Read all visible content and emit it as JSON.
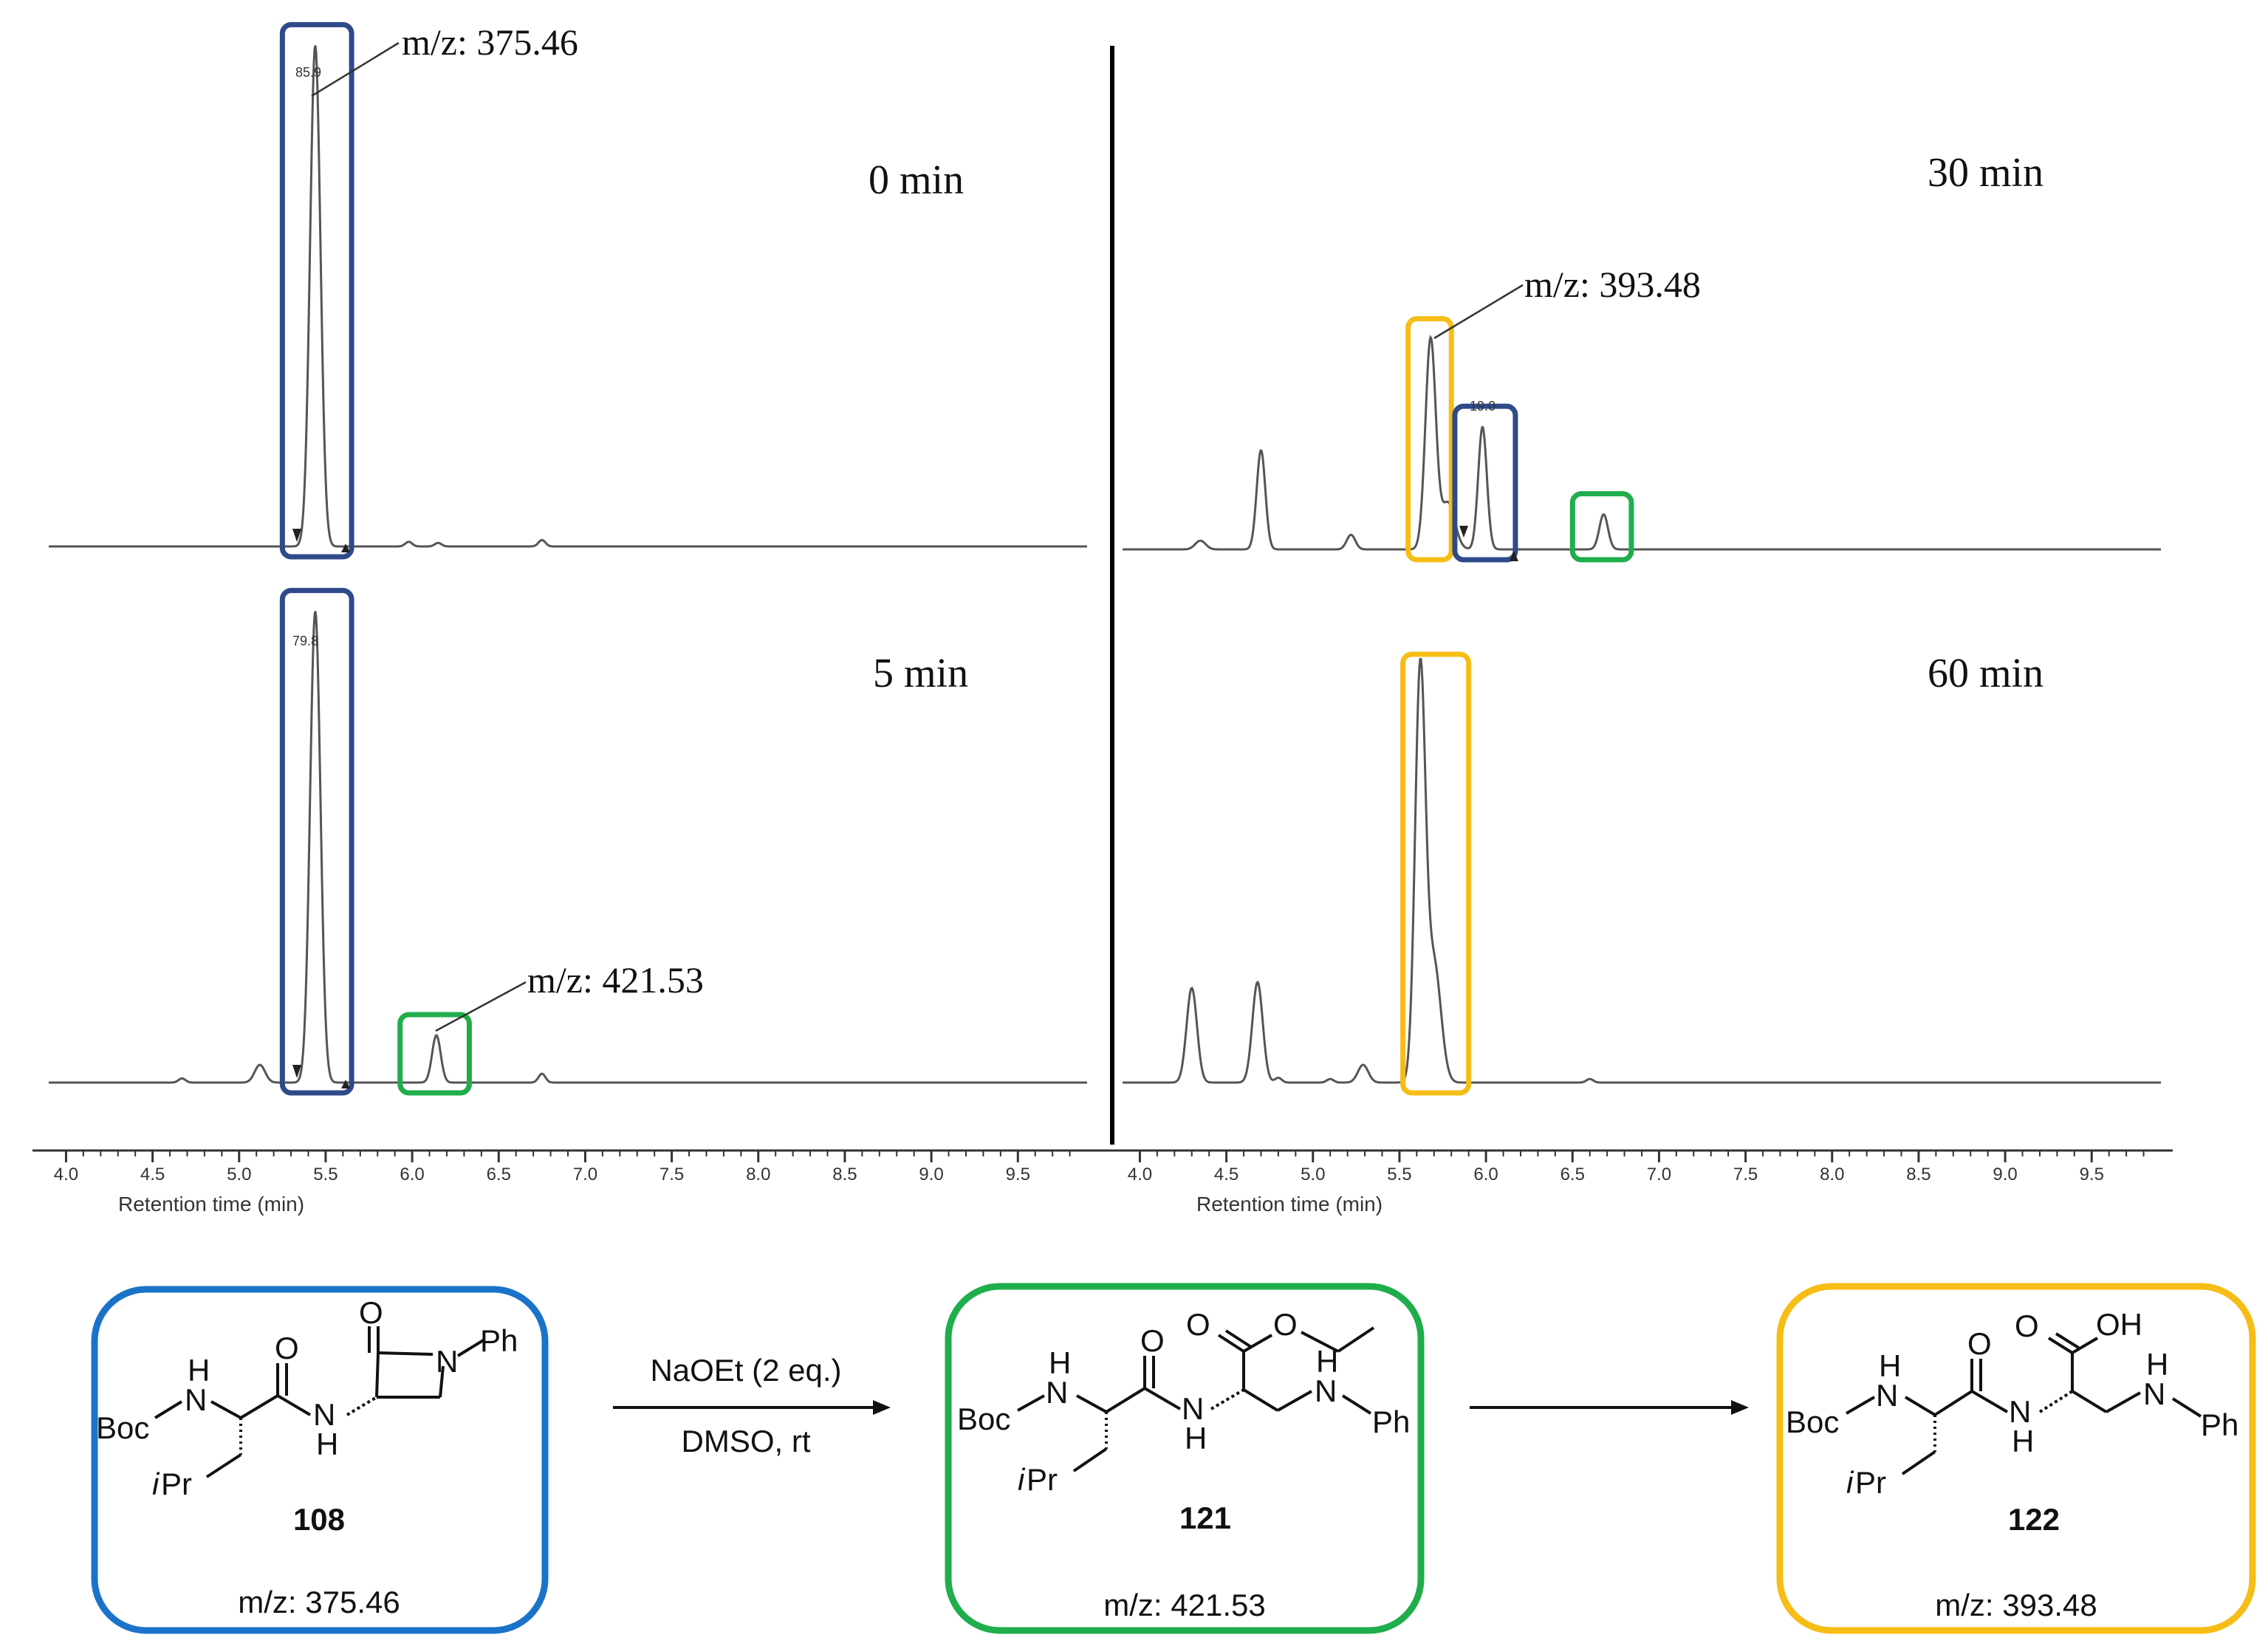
{
  "chart_data": [
    {
      "type": "line",
      "panel": "top-left",
      "title": "0 min",
      "xlabel": "Retention time (min)",
      "xlim": [
        3.9,
        9.9
      ],
      "x_ticks": [
        4.0,
        4.5,
        5.0,
        5.5,
        6.0,
        6.5,
        7.0,
        7.5,
        8.0,
        8.5,
        9.0,
        9.5
      ],
      "peaks": [
        {
          "x": 5.44,
          "height": 85.9,
          "width": 0.03
        },
        {
          "x": 5.98,
          "height": 0.8,
          "width": 0.02
        },
        {
          "x": 6.15,
          "height": 0.6,
          "width": 0.02
        },
        {
          "x": 6.75,
          "height": 1.1,
          "width": 0.02
        }
      ],
      "annotations": [
        {
          "text": "85.9",
          "x": 5.44,
          "kind": "peak-area"
        },
        {
          "text": "m/z: 375.46",
          "x": 5.44,
          "kind": "mass"
        }
      ],
      "highlights": [
        {
          "x_range": [
            5.25,
            5.65
          ],
          "color": "#2f4a8a",
          "compound": "108"
        }
      ]
    },
    {
      "type": "line",
      "panel": "bottom-left",
      "title": "5 min",
      "xlabel": "Retention time (min)",
      "xlim": [
        3.9,
        9.9
      ],
      "x_ticks": [
        4.0,
        4.5,
        5.0,
        5.5,
        6.0,
        6.5,
        7.0,
        7.5,
        8.0,
        8.5,
        9.0,
        9.5
      ],
      "peaks": [
        {
          "x": 4.67,
          "height": 0.7,
          "width": 0.02
        },
        {
          "x": 5.12,
          "height": 3.0,
          "width": 0.03
        },
        {
          "x": 5.44,
          "height": 79.8,
          "width": 0.03
        },
        {
          "x": 6.14,
          "height": 8.0,
          "width": 0.025
        },
        {
          "x": 6.75,
          "height": 1.5,
          "width": 0.02
        }
      ],
      "annotations": [
        {
          "text": "79.8",
          "x": 5.44,
          "kind": "peak-area"
        },
        {
          "text": "m/z: 421.53",
          "x": 6.14,
          "kind": "mass"
        }
      ],
      "highlights": [
        {
          "x_range": [
            5.25,
            5.65
          ],
          "color": "#2f4a8a",
          "compound": "108"
        },
        {
          "x_range": [
            5.93,
            6.33
          ],
          "color": "#1fae4b",
          "compound": "121"
        }
      ]
    },
    {
      "type": "line",
      "panel": "top-right",
      "title": "30 min",
      "xlabel": "Retention time (min)",
      "xlim": [
        3.9,
        9.9
      ],
      "x_ticks": [
        4.0,
        4.5,
        5.0,
        5.5,
        6.0,
        6.5,
        7.0,
        7.5,
        8.0,
        8.5,
        9.0,
        9.5
      ],
      "peaks": [
        {
          "x": 4.35,
          "height": 1.5,
          "width": 0.03
        },
        {
          "x": 4.7,
          "height": 17.0,
          "width": 0.025
        },
        {
          "x": 5.22,
          "height": 2.5,
          "width": 0.025
        },
        {
          "x": 5.68,
          "height": 36.0,
          "width": 0.03
        },
        {
          "x": 5.78,
          "height": 8.0,
          "width": 0.04
        },
        {
          "x": 5.98,
          "height": 21.0,
          "width": 0.025
        },
        {
          "x": 6.68,
          "height": 6.0,
          "width": 0.025
        }
      ],
      "annotations": [
        {
          "text": "19.0",
          "x": 5.98,
          "kind": "peak-area"
        },
        {
          "text": "m/z: 393.48",
          "x": 5.68,
          "kind": "mass"
        }
      ],
      "highlights": [
        {
          "x_range": [
            5.55,
            5.8
          ],
          "color": "#f6bd16",
          "compound": "122"
        },
        {
          "x_range": [
            5.82,
            6.17
          ],
          "color": "#2f4a8a",
          "compound": "108"
        },
        {
          "x_range": [
            6.5,
            6.84
          ],
          "color": "#1fae4b",
          "compound": "121"
        }
      ]
    },
    {
      "type": "line",
      "panel": "bottom-right",
      "title": "60 min",
      "xlabel": "Retention time (min)",
      "xlim": [
        3.9,
        9.9
      ],
      "x_ticks": [
        4.0,
        4.5,
        5.0,
        5.5,
        6.0,
        6.5,
        7.0,
        7.5,
        8.0,
        8.5,
        9.0,
        9.5
      ],
      "peaks": [
        {
          "x": 4.3,
          "height": 16.0,
          "width": 0.03
        },
        {
          "x": 4.68,
          "height": 17.0,
          "width": 0.03
        },
        {
          "x": 4.8,
          "height": 0.8,
          "width": 0.02
        },
        {
          "x": 5.1,
          "height": 0.6,
          "width": 0.02
        },
        {
          "x": 5.29,
          "height": 3.0,
          "width": 0.03
        },
        {
          "x": 5.62,
          "height": 69.0,
          "width": 0.03
        },
        {
          "x": 5.7,
          "height": 20.0,
          "width": 0.04
        },
        {
          "x": 6.6,
          "height": 0.6,
          "width": 0.02
        }
      ],
      "annotations": [],
      "highlights": [
        {
          "x_range": [
            5.52,
            5.9
          ],
          "color": "#f6bd16",
          "compound": "122"
        }
      ]
    }
  ],
  "scheme": {
    "reagent_top": "NaOEt (2 eq.)",
    "reagent_bottom": "DMSO, rt",
    "compounds": [
      {
        "id": "108",
        "mz": "m/z: 375.46",
        "color": "#1a73c9"
      },
      {
        "id": "121",
        "mz": "m/z: 421.53",
        "color": "#1fae4b"
      },
      {
        "id": "122",
        "mz": "m/z: 393.48",
        "color": "#f6bd16"
      }
    ],
    "atoms": {
      "boc": "Boc",
      "n": "N",
      "h": "H",
      "o": "O",
      "ipr_i": "i",
      "ipr_rest": "Pr",
      "ph": "Ph",
      "oh": "OH"
    }
  },
  "colors": {
    "trace": "#555555",
    "blue_box": "#2f4a8a",
    "green_box": "#1fae4b",
    "yellow_box": "#f6bd16",
    "axis": "#333333"
  }
}
